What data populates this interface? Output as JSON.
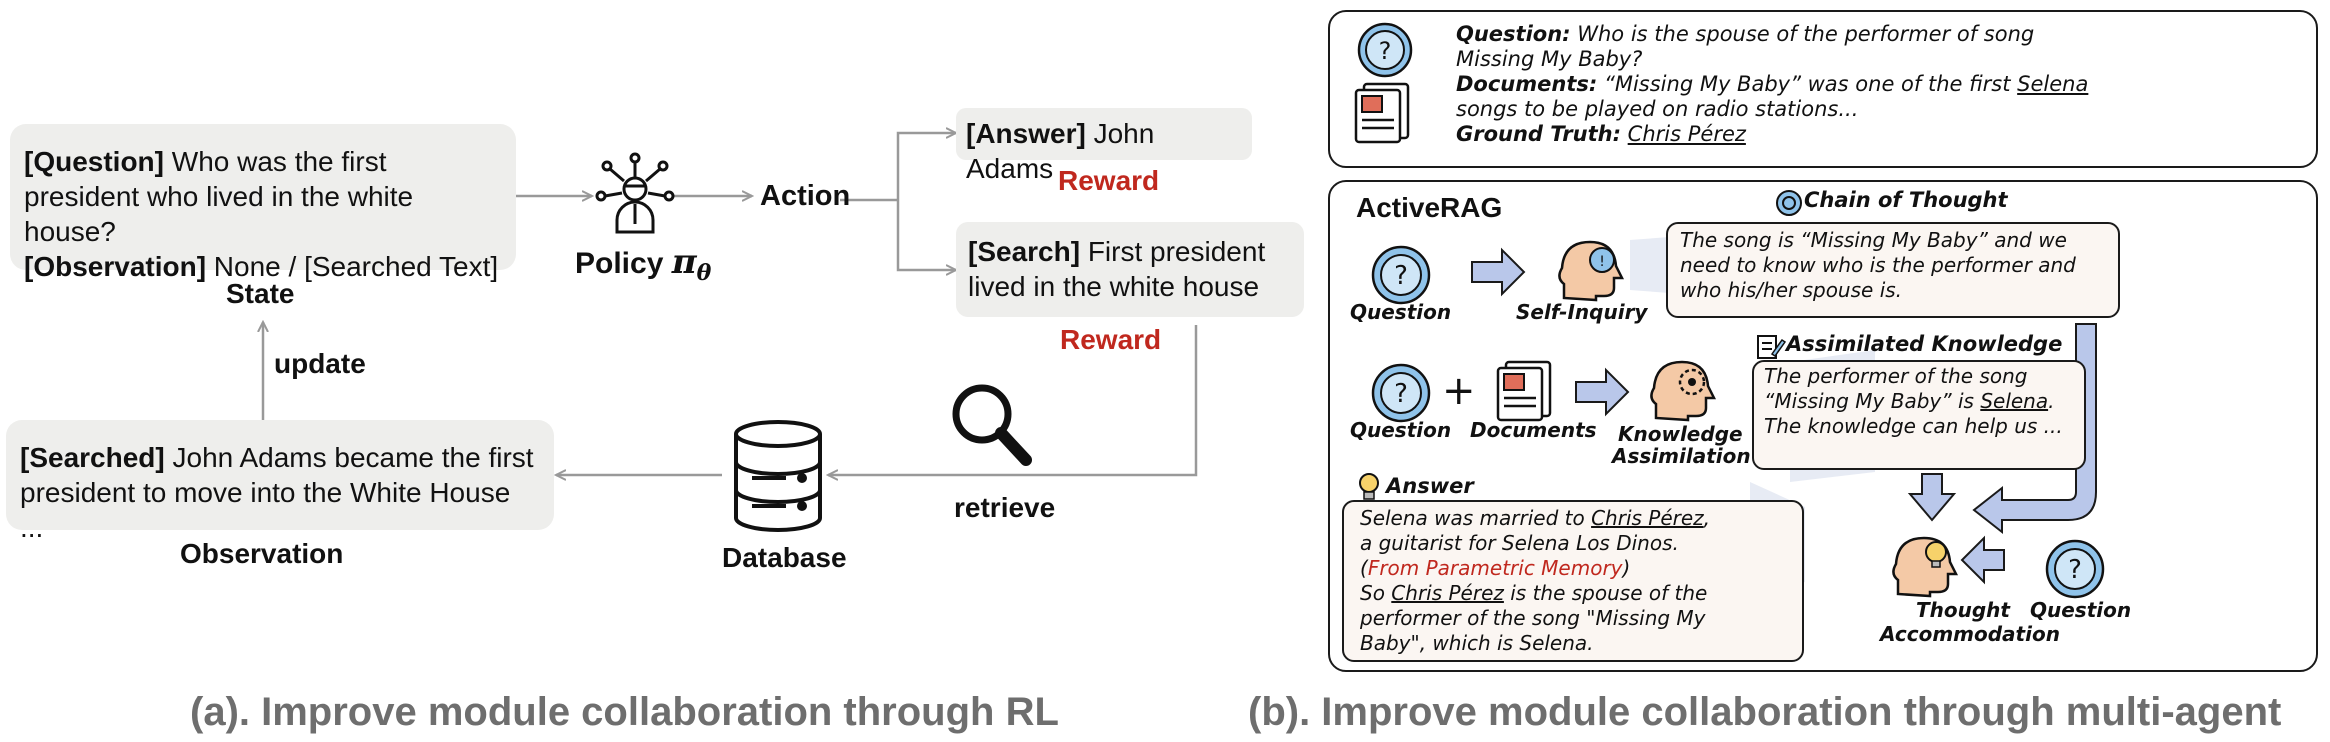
{
  "left": {
    "state_box": {
      "question_tag": "[Question]",
      "question_text": " Who was the first president who lived in the white house?",
      "observation_tag": "[Observation]",
      "observation_text": " None / [Searched Text]"
    },
    "state_label": "State",
    "policy_label": "Policy",
    "policy_symbol": "π",
    "policy_sub": "θ",
    "action_label": "Action",
    "answer_box": {
      "tag": "[Answer]",
      "text": " John Adams"
    },
    "reward_1": "Reward",
    "search_box": {
      "tag": "[Search]",
      "text": " First president lived in the white house"
    },
    "reward_2": "Reward",
    "retrieve_label": "retrieve",
    "database_label": "Database",
    "update_label": "update",
    "searched_box": {
      "tag": "[Searched]",
      "text": " John Adams became the first president to move into the White House ..."
    },
    "observation_label": "Observation",
    "caption": "(a). Improve module collaboration through RL"
  },
  "right": {
    "top_panel": {
      "question_label": "Question:",
      "question_text": " Who is the spouse of the performer of song Missing My Baby?",
      "documents_label": "Documents:",
      "documents_text_1": " “Missing My Baby” was one of the first ",
      "documents_selena": "Selena",
      "documents_text_2": " songs to be played on radio stations...",
      "ground_truth_label": "Ground Truth:",
      "ground_truth_value": "Chris Pérez"
    },
    "activerag_title": "ActiveRAG",
    "cot_label": "Chain of Thought",
    "cot_text": "The song is “Missing My Baby” and we need to know who is the performer and who his/her spouse is.",
    "question_label_1": "Question",
    "self_inquiry_label": "Self-Inquiry",
    "assimilated_label": "Assimilated Knowledge",
    "assim_text_1": "The performer of the song “Missing My Baby” is ",
    "assim_selena": "Selena",
    "assim_text_2": ". The knowledge can help us ...",
    "question_label_2": "Question",
    "documents_label": "Documents",
    "knowledge_assim_label_1": "Knowledge",
    "knowledge_assim_label_2": "Assimilation",
    "plus": "+",
    "answer_label": "Answer",
    "answer_line1a": "Selena was married to ",
    "answer_chris": "Chris Pérez",
    "answer_line1b": ",",
    "answer_line2": "a guitarist for Selena Los Dinos.",
    "answer_paren_open": "(",
    "answer_parametric": "From Parametric Memory",
    "answer_paren_close": ")",
    "answer_line4a": "So ",
    "answer_chris2": "Chris Pérez",
    "answer_line4b": " is the spouse of the",
    "answer_line5": "performer of the song \"Missing My",
    "answer_line6": "Baby\", which is Selena.",
    "thought_label_1": "Thought",
    "thought_label_2": "Accommodation",
    "question_label_3": "Question",
    "caption": "(b). Improve module collaboration through multi-agent"
  },
  "colors": {
    "reward": "#c0281e",
    "box_fill": "#eeeeec",
    "arrow_blue": "#b9c7ea",
    "caption": "#6e6e6e",
    "icon_blue": "#8fc3ea"
  }
}
